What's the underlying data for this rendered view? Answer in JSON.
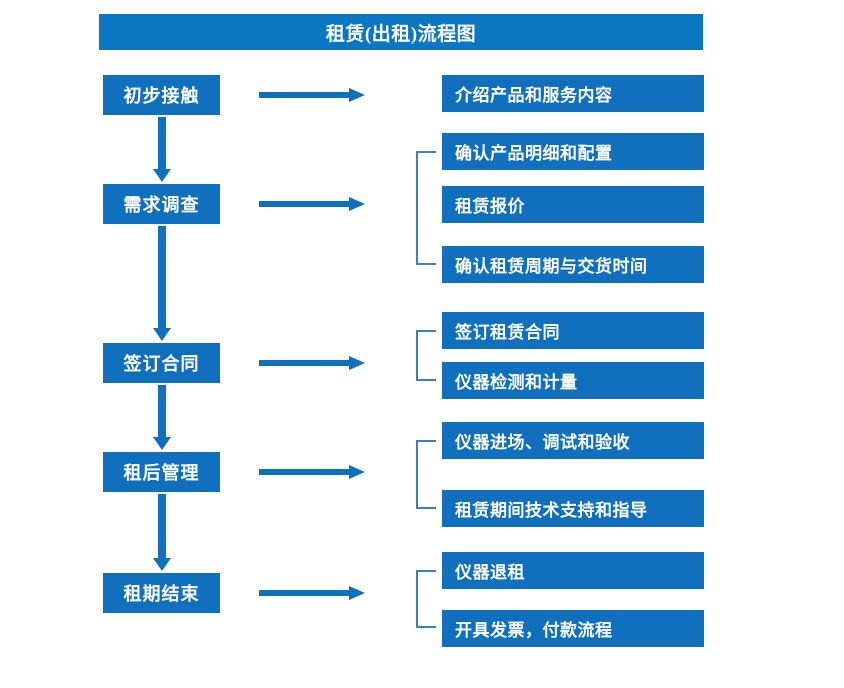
{
  "title": "租赁(出租)流程图",
  "colors": {
    "title_bar": "#0b76c2",
    "box": "#1070bd",
    "arrow": "#0f71bb",
    "bracket": "#3d7ebc",
    "text": "#ffffff",
    "background": "#ffffff"
  },
  "stages": [
    {
      "label": "初步接触"
    },
    {
      "label": "需求调查"
    },
    {
      "label": "签订合同"
    },
    {
      "label": "租后管理"
    },
    {
      "label": "租期结束"
    }
  ],
  "details": [
    {
      "label": "介绍产品和服务内容"
    },
    {
      "label": "确认产品明细和配置"
    },
    {
      "label": "租赁报价"
    },
    {
      "label": "确认租赁周期与交货时间"
    },
    {
      "label": "签订租赁合同"
    },
    {
      "label": "仪器检测和计量"
    },
    {
      "label": "仪器进场、调试和验收"
    },
    {
      "label": "租赁期间技术支持和指导"
    },
    {
      "label": "仪器退租"
    },
    {
      "label": "开具发票，付款流程"
    }
  ]
}
